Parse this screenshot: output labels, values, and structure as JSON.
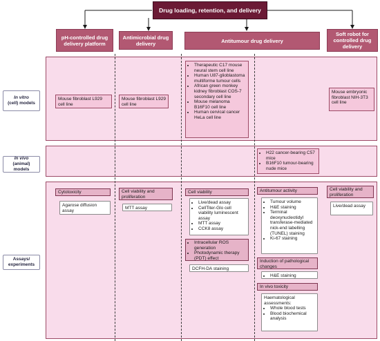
{
  "title": "Drug loading, retention, and delivery",
  "categories": [
    "pH-controlled drug delivery platform",
    "Antimicrobial drug delivery",
    "Antitumour drug delivery",
    "Soft robot for controlled drug delivery"
  ],
  "sides": {
    "in_vitro": {
      "italic": "In vitro",
      "rest": "(cell) models"
    },
    "in_vivo": {
      "italic": "In vivo",
      "rest": "(animal) models"
    },
    "assays": {
      "italic": "",
      "rest": "Assays/ experiments"
    }
  },
  "in_vitro": {
    "ph": "Mouse fibroblast L929 cell line",
    "antimicrobial": "Mouse fibroblast L929 cell line",
    "antitumour": [
      "Therapeutic C17 mouse neural stem cell line",
      "Human U87-glioblastoma multiforme tumour cells",
      "African green monkey kidney fibroblast COS-7 secondary cell line",
      "Mouse melanoma B16F10 cell line",
      "Human cervical cancer HeLa cell line"
    ],
    "soft": "Mouse embryonic fibroblast NIH-3T3 cell line"
  },
  "in_vivo": {
    "antitumour": [
      "H22 cancer-bearing C57 mice",
      "B16F10 tumour-bearing nude mice"
    ]
  },
  "assays": {
    "ph": {
      "header": "Cytotoxicity",
      "items": "Agarose diffusion assay"
    },
    "antimicrobial": {
      "header": "Cell viability and proliferation",
      "items": "MTT assay"
    },
    "antitumour_viability": {
      "header": "Cell viability",
      "items": [
        "Live/dead assay",
        "CellTiter-Glo cell viability luminescent assay",
        "MTT assay",
        "CCK8 assay"
      ]
    },
    "antitumour_ros": {
      "items": [
        "Intracellular ROS generation",
        "Photodynamic therapy (PDT) effect"
      ],
      "sub": "DCFH-DA staining"
    },
    "antitumour_activity": {
      "header": "Antitumour activity",
      "items": [
        "Tumour volume",
        "H&E staining",
        "Terminal deoxynucleotidyl transferase-mediated nick-end labelling (TUNEL) staining",
        "Ki-67 staining"
      ]
    },
    "pathological": {
      "header": "Induction of pathological changes",
      "items": [
        "H&E staining"
      ]
    },
    "toxicity": {
      "header": "In vivo toxicity",
      "lead": "Haematological assessments:",
      "items": [
        "Whole blood tests",
        "Blood biochemical analysis"
      ]
    },
    "soft": {
      "header": "Cell viability and proliferation",
      "items": "Live/dead assay"
    }
  },
  "colors": {
    "title_bg": "#6b1a35",
    "category_bg": "#b25872",
    "band_bg": "#f9dceb",
    "box_bg": "#f5c8dc",
    "header_bg": "#e6b3c8"
  }
}
